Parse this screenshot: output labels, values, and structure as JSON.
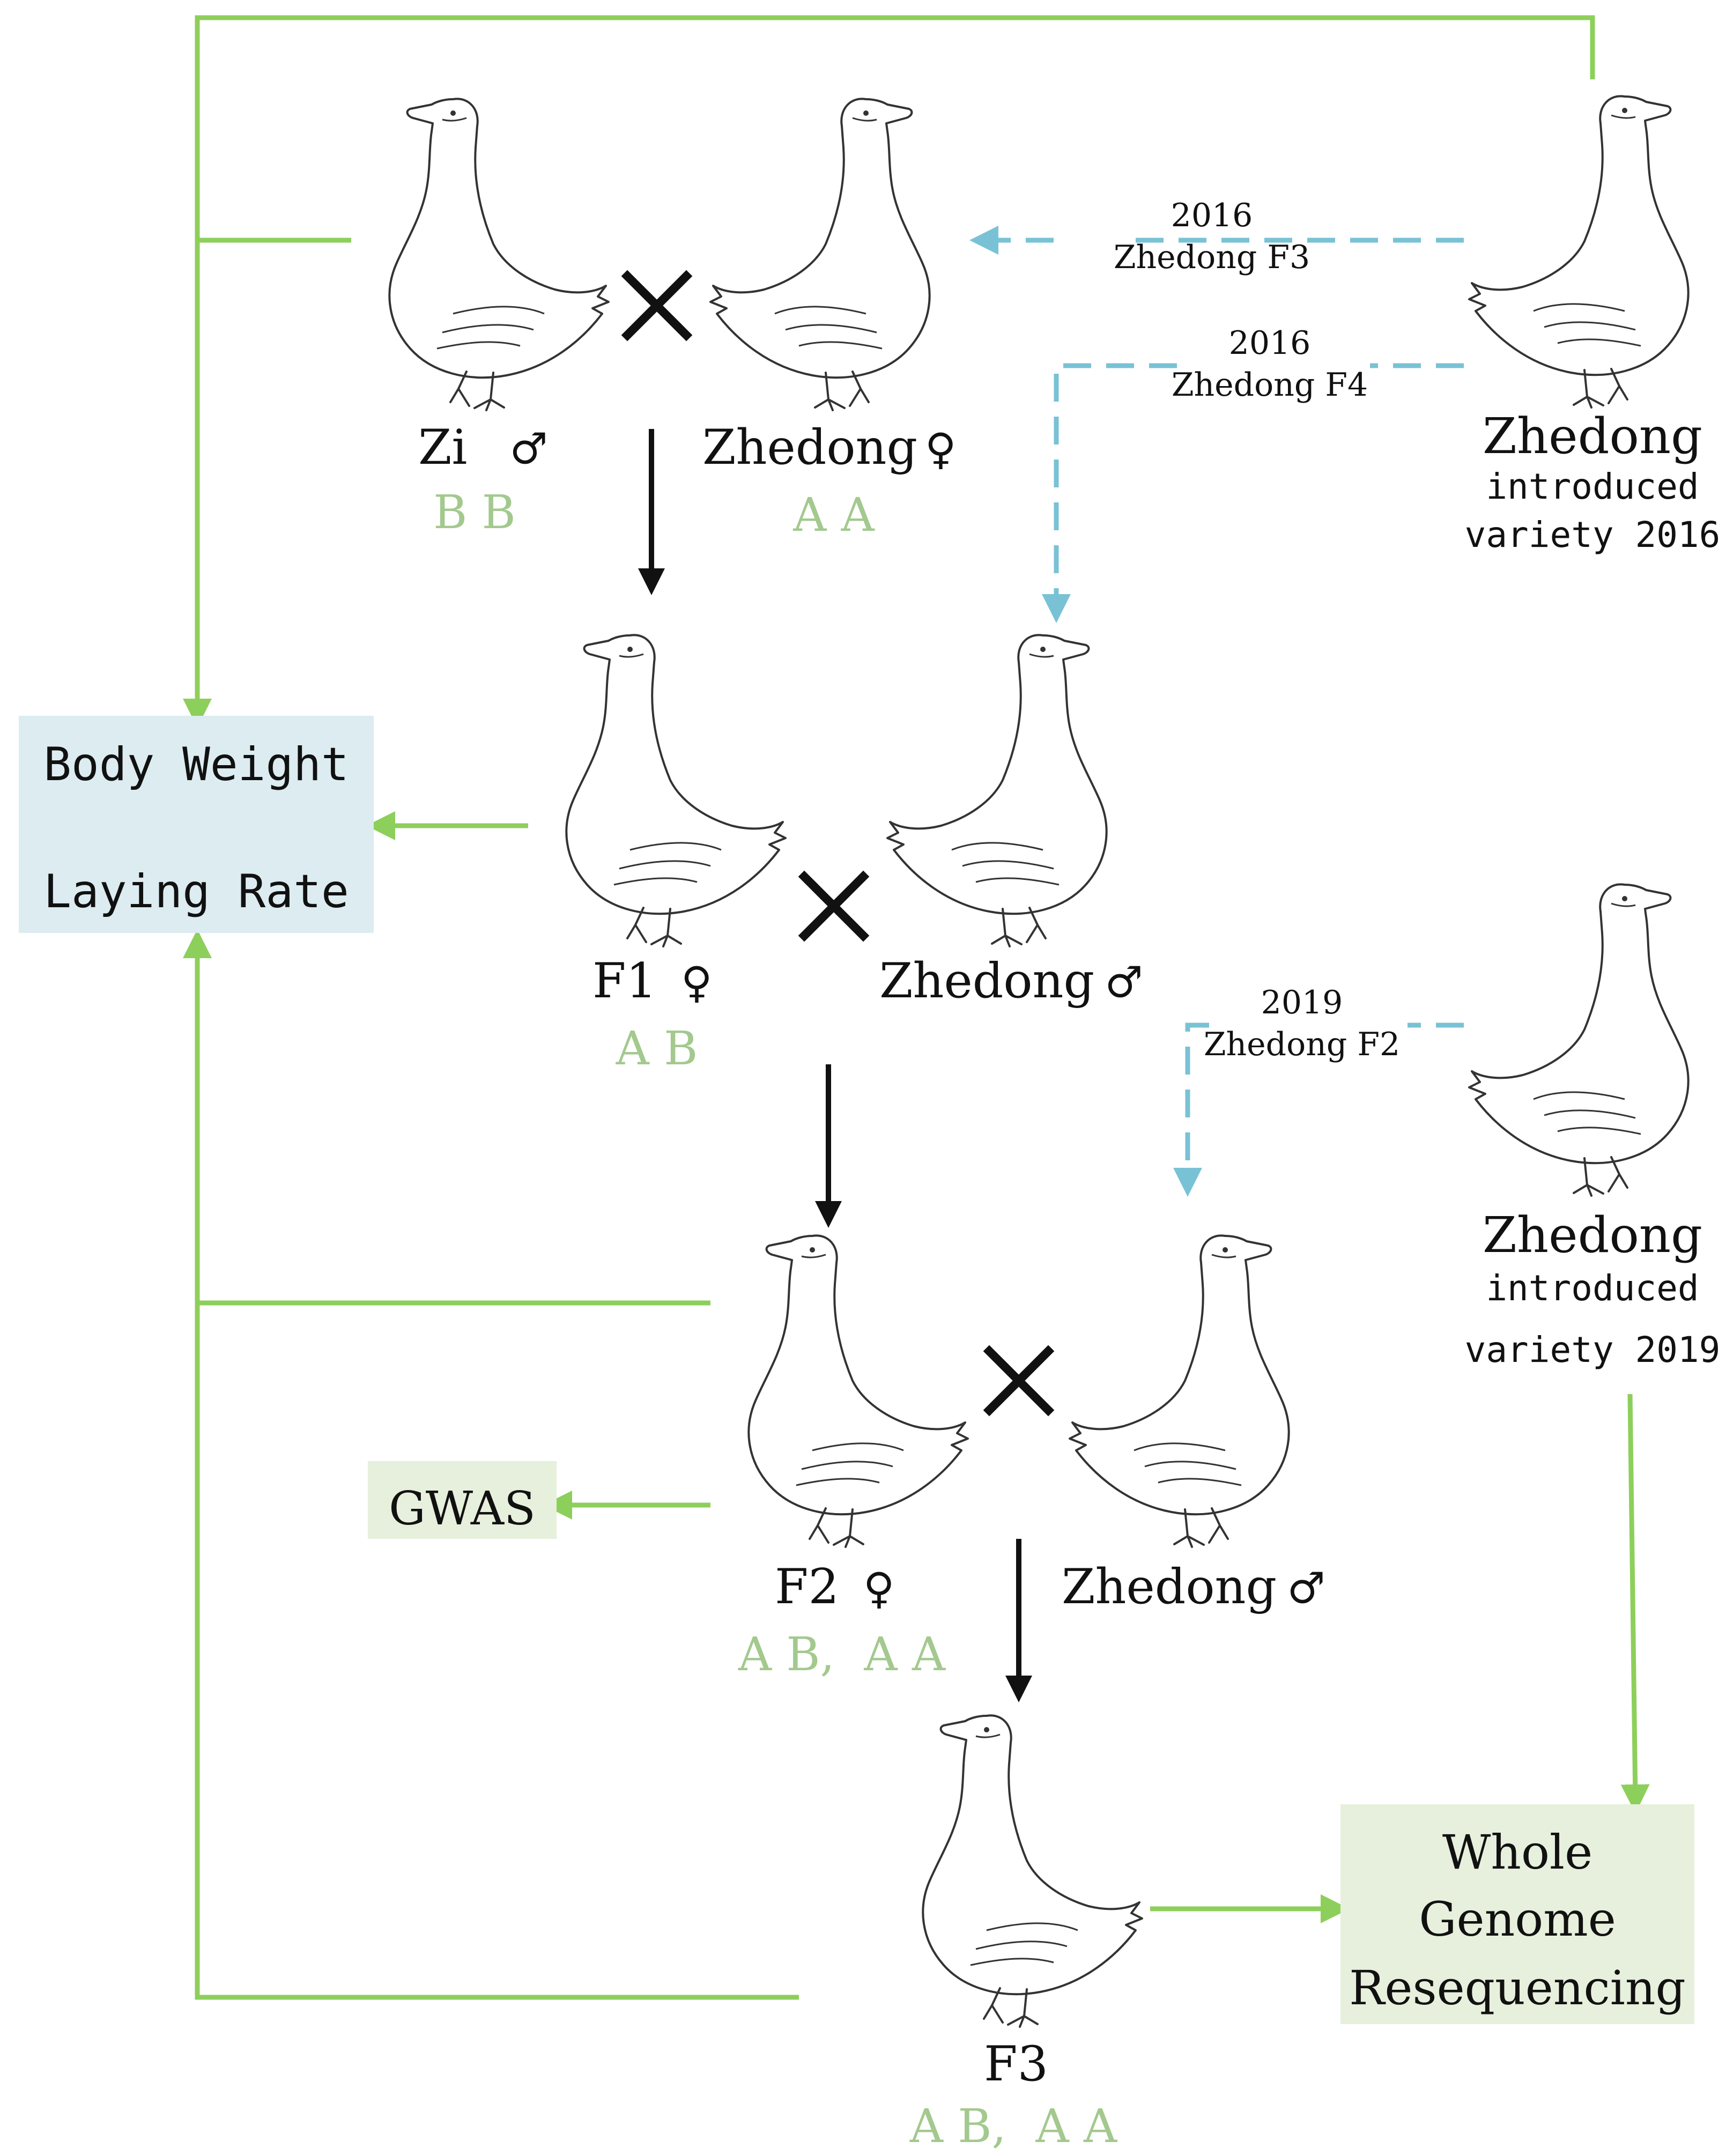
{
  "colors": {
    "green_line": "#8dcf5b",
    "blue_dash": "#79c2d6",
    "genotype": "#a3c98e",
    "black": "#111111",
    "trait_box_fill": "#dcecf1",
    "gwas_box_fill": "#e6f0dc",
    "wgs_box_fill": "#e6f0dc"
  },
  "generations": {
    "p0": {
      "male": {
        "name": "Zi",
        "sex_symbol": "♂",
        "genotype": "B B"
      },
      "female": {
        "name": "Zhedong",
        "sex_symbol": "♀",
        "genotype": "A A"
      }
    },
    "f1": {
      "female": {
        "name": "F1",
        "sex_symbol": "♀",
        "genotype": "A B"
      },
      "male": {
        "name": "Zhedong",
        "sex_symbol": "♂"
      }
    },
    "f2": {
      "female": {
        "name": "F2",
        "sex_symbol": "♀",
        "genotype": "A B,  A A"
      },
      "male": {
        "name": "Zhedong",
        "sex_symbol": "♂"
      }
    },
    "f3": {
      "name": "F3",
      "genotype": "A B,  A A"
    }
  },
  "cross_symbol": "×",
  "introduced": [
    {
      "name": "Zhedong",
      "line2": "introduced",
      "line3": "variety 2016"
    },
    {
      "name": "Zhedong",
      "line2": "introduced",
      "line3": "variety 2019"
    }
  ],
  "dashed_labels": [
    {
      "year": "2016",
      "line": "Zhedong F3"
    },
    {
      "year": "2016",
      "line": "Zhedong F4"
    },
    {
      "year": "2019",
      "line": "Zhedong F2"
    }
  ],
  "boxes": {
    "traits": {
      "line1": "Body Weight",
      "line2": "Laying Rate"
    },
    "gwas": "GWAS",
    "wgs": {
      "line1": "Whole",
      "line2": "Genome",
      "line3": "Resequencing"
    }
  },
  "icons": {
    "goose": "goose-icon",
    "cross": "cross-icon"
  }
}
